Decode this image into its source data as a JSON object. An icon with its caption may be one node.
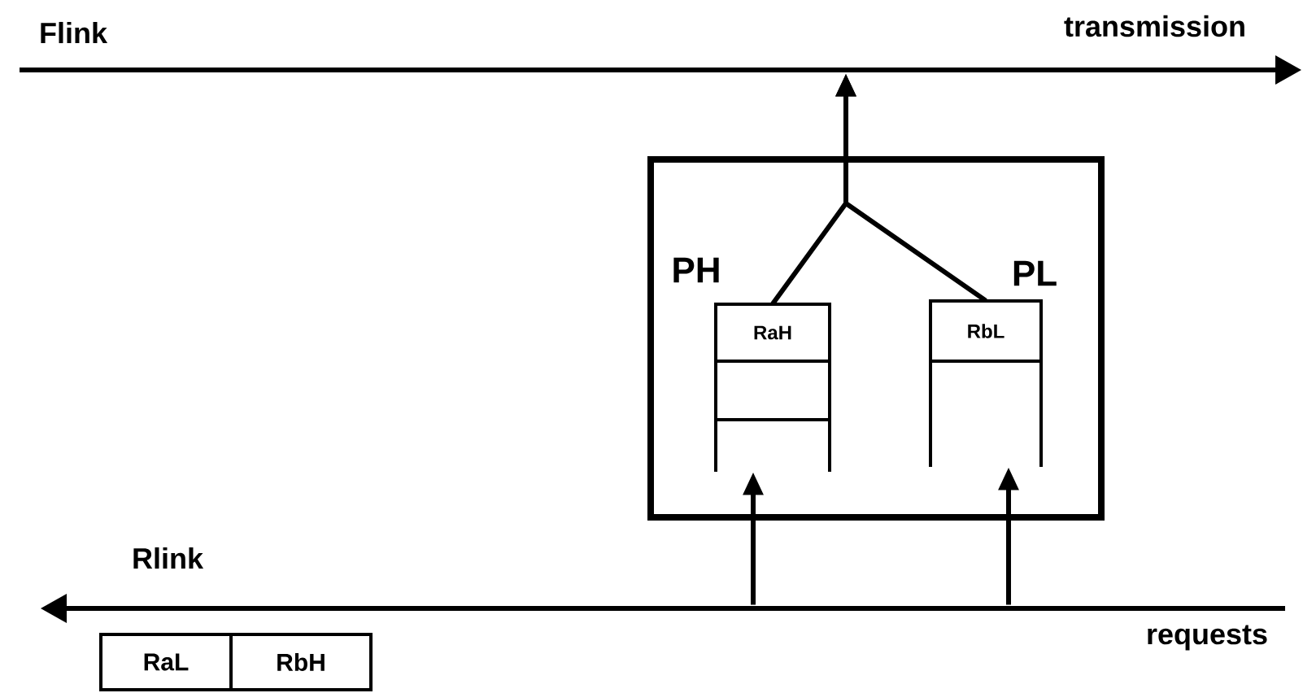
{
  "diagram": {
    "nodes": [
      {
        "text": [],
        "shape": "box"
      },
      {
        "text": [
          "PH",
          "RaH"
        ],
        "in": 0
      },
      {
        "text": [
          "PL",
          "RbL"
        ],
        "in": 0
      },
      {
        "text": [],
        "shape": "bar",
        "beside": [
          "Flink",
          "transmission"
        ]
      },
      {
        "text": [],
        "shape": "bar",
        "beside": [
          "Rlink",
          "requests"
        ]
      },
      {
        "text": [
          "RaL"
        ]
      },
      {
        "text": [
          "RbH"
        ]
      }
    ],
    "edges": [
      {
        "from": 1,
        "to": 3,
        "arrow": "to"
      },
      {
        "from": 2,
        "to": 3,
        "arrow": "to"
      },
      {
        "from": 4,
        "to": 1,
        "arrow": "to"
      },
      {
        "from": 4,
        "to": 2,
        "arrow": "to"
      }
    ]
  }
}
